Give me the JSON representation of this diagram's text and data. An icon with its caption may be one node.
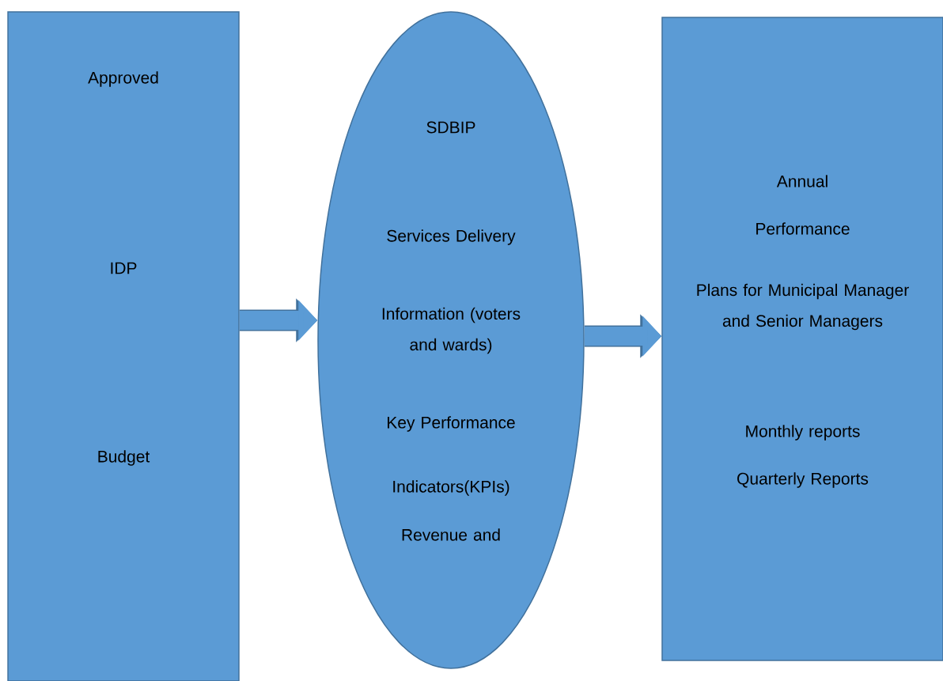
{
  "diagram": {
    "nodes": [
      {
        "text": [
          "Approved",
          "IDP",
          "Budget"
        ]
      },
      {
        "text": [
          "SDBIP",
          "Services Delivery",
          "Information (voters and wards)",
          "Key Performance",
          "Indicators(KPIs)",
          "Revenue and"
        ]
      },
      {
        "text": [
          "Annual",
          "Performance",
          "Plans for Municipal Manager and Senior Managers",
          "Monthly reports",
          "Quarterly Reports"
        ]
      }
    ],
    "edges": [
      {
        "from": 0,
        "to": 1,
        "arrow": "to"
      },
      {
        "from": 1,
        "to": 2,
        "arrow": "to"
      }
    ]
  }
}
